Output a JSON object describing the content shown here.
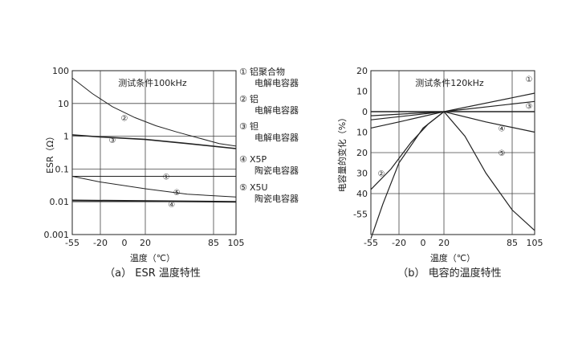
{
  "chart_data": [
    {
      "type": "line",
      "panel": "a",
      "caption": "（a） ESR 温度特性",
      "annotation": "测试条件100kHz",
      "xlabel": "温度（℃）",
      "ylabel": "ESR（Ω）",
      "x_ticks": [
        "-55",
        "-20",
        "0",
        "20",
        "85",
        "105"
      ],
      "y_ticks": [
        "100",
        "10",
        "1",
        "0.1",
        "0.01",
        "0.001"
      ],
      "xlim": [
        -55,
        105
      ],
      "ylim": [
        0.001,
        100
      ],
      "yscale": "log",
      "grid": true,
      "series": [
        {
          "marker": "①",
          "x": [
            -55,
            105
          ],
          "y": [
            0.06,
            0.06
          ]
        },
        {
          "marker": "②",
          "x": [
            -55,
            -30,
            -10,
            10,
            30,
            50,
            70,
            90,
            105
          ],
          "y": [
            60,
            20,
            8,
            3.7,
            2.1,
            1.35,
            0.9,
            0.6,
            0.5
          ]
        },
        {
          "marker": "③",
          "x": [
            -55,
            -20,
            20,
            60,
            105
          ],
          "y": [
            1.1,
            0.95,
            0.8,
            0.6,
            0.42
          ]
        },
        {
          "marker": "④",
          "x": [
            -55,
            105
          ],
          "y": [
            0.011,
            0.01
          ]
        },
        {
          "marker": "⑤",
          "x": [
            -55,
            -20,
            20,
            60,
            105
          ],
          "y": [
            0.06,
            0.04,
            0.025,
            0.017,
            0.014
          ]
        }
      ],
      "legend": [
        {
          "marker": "①",
          "lines": [
            "铝聚合物",
            "电解电容器"
          ]
        },
        {
          "marker": "②",
          "lines": [
            "铝",
            "电解电容器"
          ]
        },
        {
          "marker": "③",
          "lines": [
            "钽",
            "电解电容器"
          ]
        },
        {
          "marker": "④",
          "lines": [
            "X5P",
            "陶瓷电容器"
          ]
        },
        {
          "marker": "⑤",
          "lines": [
            "X5U",
            "陶瓷电容器"
          ]
        }
      ]
    },
    {
      "type": "line",
      "panel": "b",
      "caption": "（b） 电容的温度特性",
      "annotation": "测试条件120kHz",
      "xlabel": "温度（℃）",
      "ylabel": "电容量的变化（%）",
      "x_ticks": [
        "-55",
        "-20",
        "0",
        "20",
        "85",
        "105"
      ],
      "y_ticks": [
        "20",
        "10",
        "0",
        "10",
        "20",
        "30",
        "40",
        "-55"
      ],
      "xlim": [
        -55,
        105
      ],
      "ylim": [
        -60,
        20
      ],
      "grid": true,
      "series": [
        {
          "marker": "①",
          "x": [
            -55,
            20,
            105
          ],
          "y": [
            -4,
            0,
            9
          ]
        },
        {
          "marker": "②",
          "x": [
            -55,
            -30,
            -10,
            5,
            20
          ],
          "y": [
            -38,
            -28,
            -15,
            -6,
            0
          ]
        },
        {
          "marker": "③",
          "x": [
            -55,
            20,
            105
          ],
          "y": [
            -2,
            0,
            5
          ]
        },
        {
          "marker": "④",
          "x": [
            -55,
            -20,
            20,
            60,
            105
          ],
          "y": [
            -8,
            -5,
            0,
            -5,
            -10
          ]
        },
        {
          "marker": "⑤",
          "x": [
            -55,
            -40,
            -20,
            0,
            20,
            40,
            60,
            85,
            105
          ],
          "y": [
            -62,
            -45,
            -25,
            -8,
            0,
            -12,
            -30,
            -48,
            -58
          ]
        }
      ]
    }
  ]
}
